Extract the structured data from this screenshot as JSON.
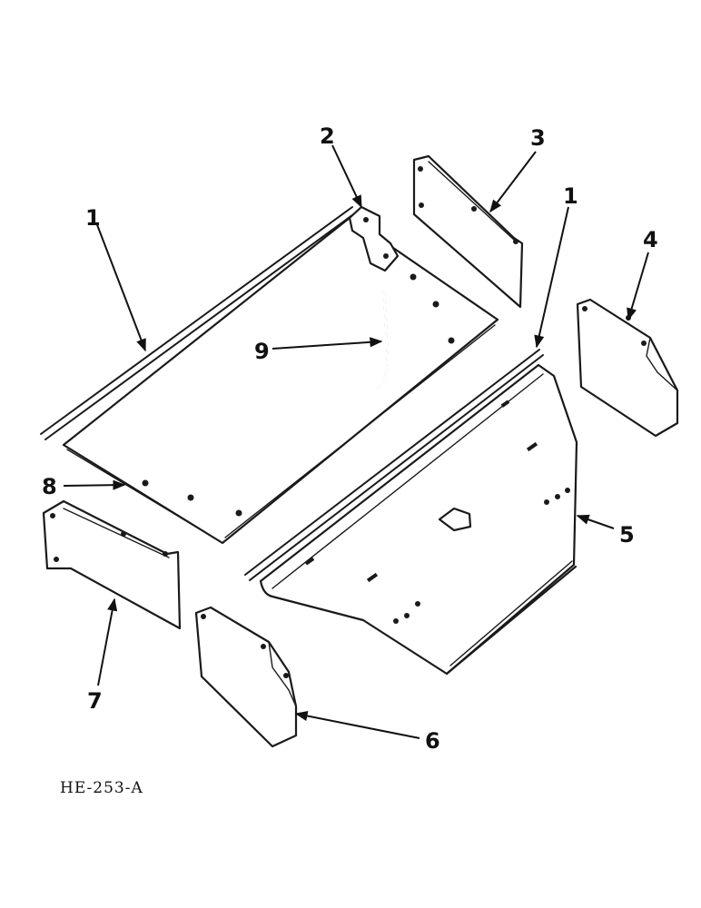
{
  "figure_ref": "HE-253-A",
  "callouts": {
    "c1_left": "1",
    "c1_right": "1",
    "c2": "2",
    "c3": "3",
    "c4": "4",
    "c5": "5",
    "c6": "6",
    "c7": "7",
    "c8": "8",
    "c9": "9"
  },
  "colors": {
    "ink": "#1a1a1a",
    "paper": "#ffffff"
  }
}
